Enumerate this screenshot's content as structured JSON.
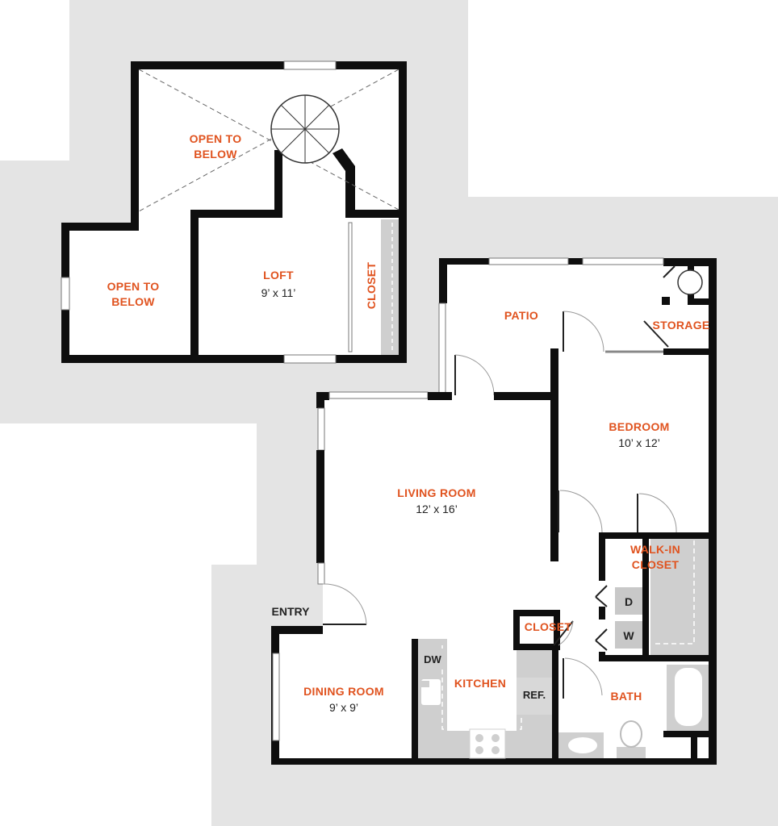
{
  "colors": {
    "background_grey": "#e4e4e4",
    "wall": "#0e0e0e",
    "room_label": "#e0531f",
    "appliance_grey": "#cfcfcf",
    "text_dark": "#222222"
  },
  "rooms": {
    "loft_open_top": {
      "name": "OPEN TO",
      "name2": "BELOW"
    },
    "loft_open_left": {
      "name": "OPEN TO",
      "name2": "BELOW"
    },
    "loft": {
      "name": "LOFT",
      "dims": "9’ x 11’"
    },
    "loft_closet": {
      "name": "CLOSET"
    },
    "patio": {
      "name": "PATIO"
    },
    "storage": {
      "name": "STORAGE"
    },
    "bedroom": {
      "name": "BEDROOM",
      "dims": "10’ x 12’"
    },
    "living_room": {
      "name": "LIVING ROOM",
      "dims": "12’ x 16’"
    },
    "walk_in_closet": {
      "name": "WALK-IN",
      "name2": "CLOSET"
    },
    "closet": {
      "name": "CLOSET"
    },
    "kitchen": {
      "name": "KITCHEN"
    },
    "dining_room": {
      "name": "DINING ROOM",
      "dims": "9’ x 9’"
    },
    "bath": {
      "name": "BATH"
    }
  },
  "labels": {
    "entry": "ENTRY",
    "dishwasher": "DW",
    "refrigerator": "REF.",
    "dryer": "D",
    "washer": "W"
  },
  "icons": {
    "spiral_stair": "spiral-staircase-icon",
    "water_heater": "water-heater-icon",
    "sink": "sink-icon",
    "range": "stove-icon",
    "toilet": "toilet-icon",
    "bathtub": "bathtub-icon",
    "vanity": "vanity-sink-icon"
  }
}
